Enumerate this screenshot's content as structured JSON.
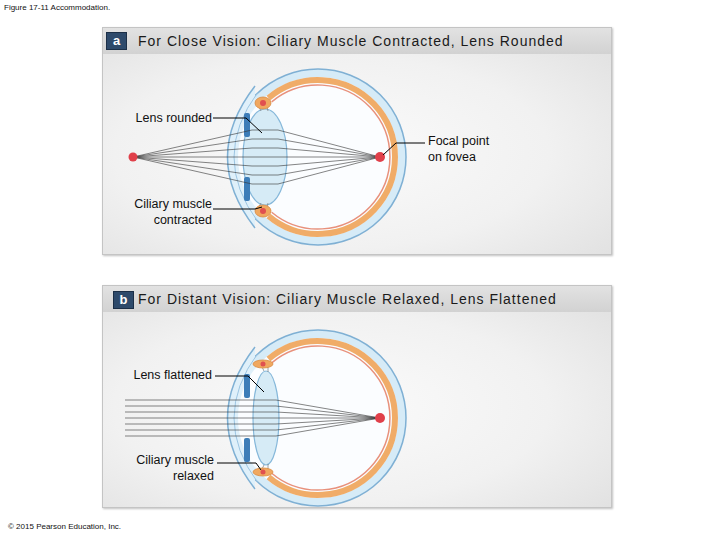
{
  "diagram": {
    "title": "Figure 17-11 Accommodation.",
    "nodes": [
      {
        "text": [
          "For Close Vision: Ciliary Muscle Contracted, Lens Rounded"
        ]
      },
      {
        "text": [
          "a"
        ],
        "in": 0
      },
      {
        "text": [
          "For Distant Vision: Ciliary Muscle Relaxed, Lens Flattened"
        ]
      },
      {
        "text": [
          "b"
        ],
        "in": 2
      }
    ],
    "labels": [
      "Lens rounded",
      "Focal point on fovea",
      "Ciliary muscle contracted",
      "Lens flattened",
      "Ciliary muscle relaxed",
      "© 2015 Pearson Education, Inc."
    ]
  }
}
